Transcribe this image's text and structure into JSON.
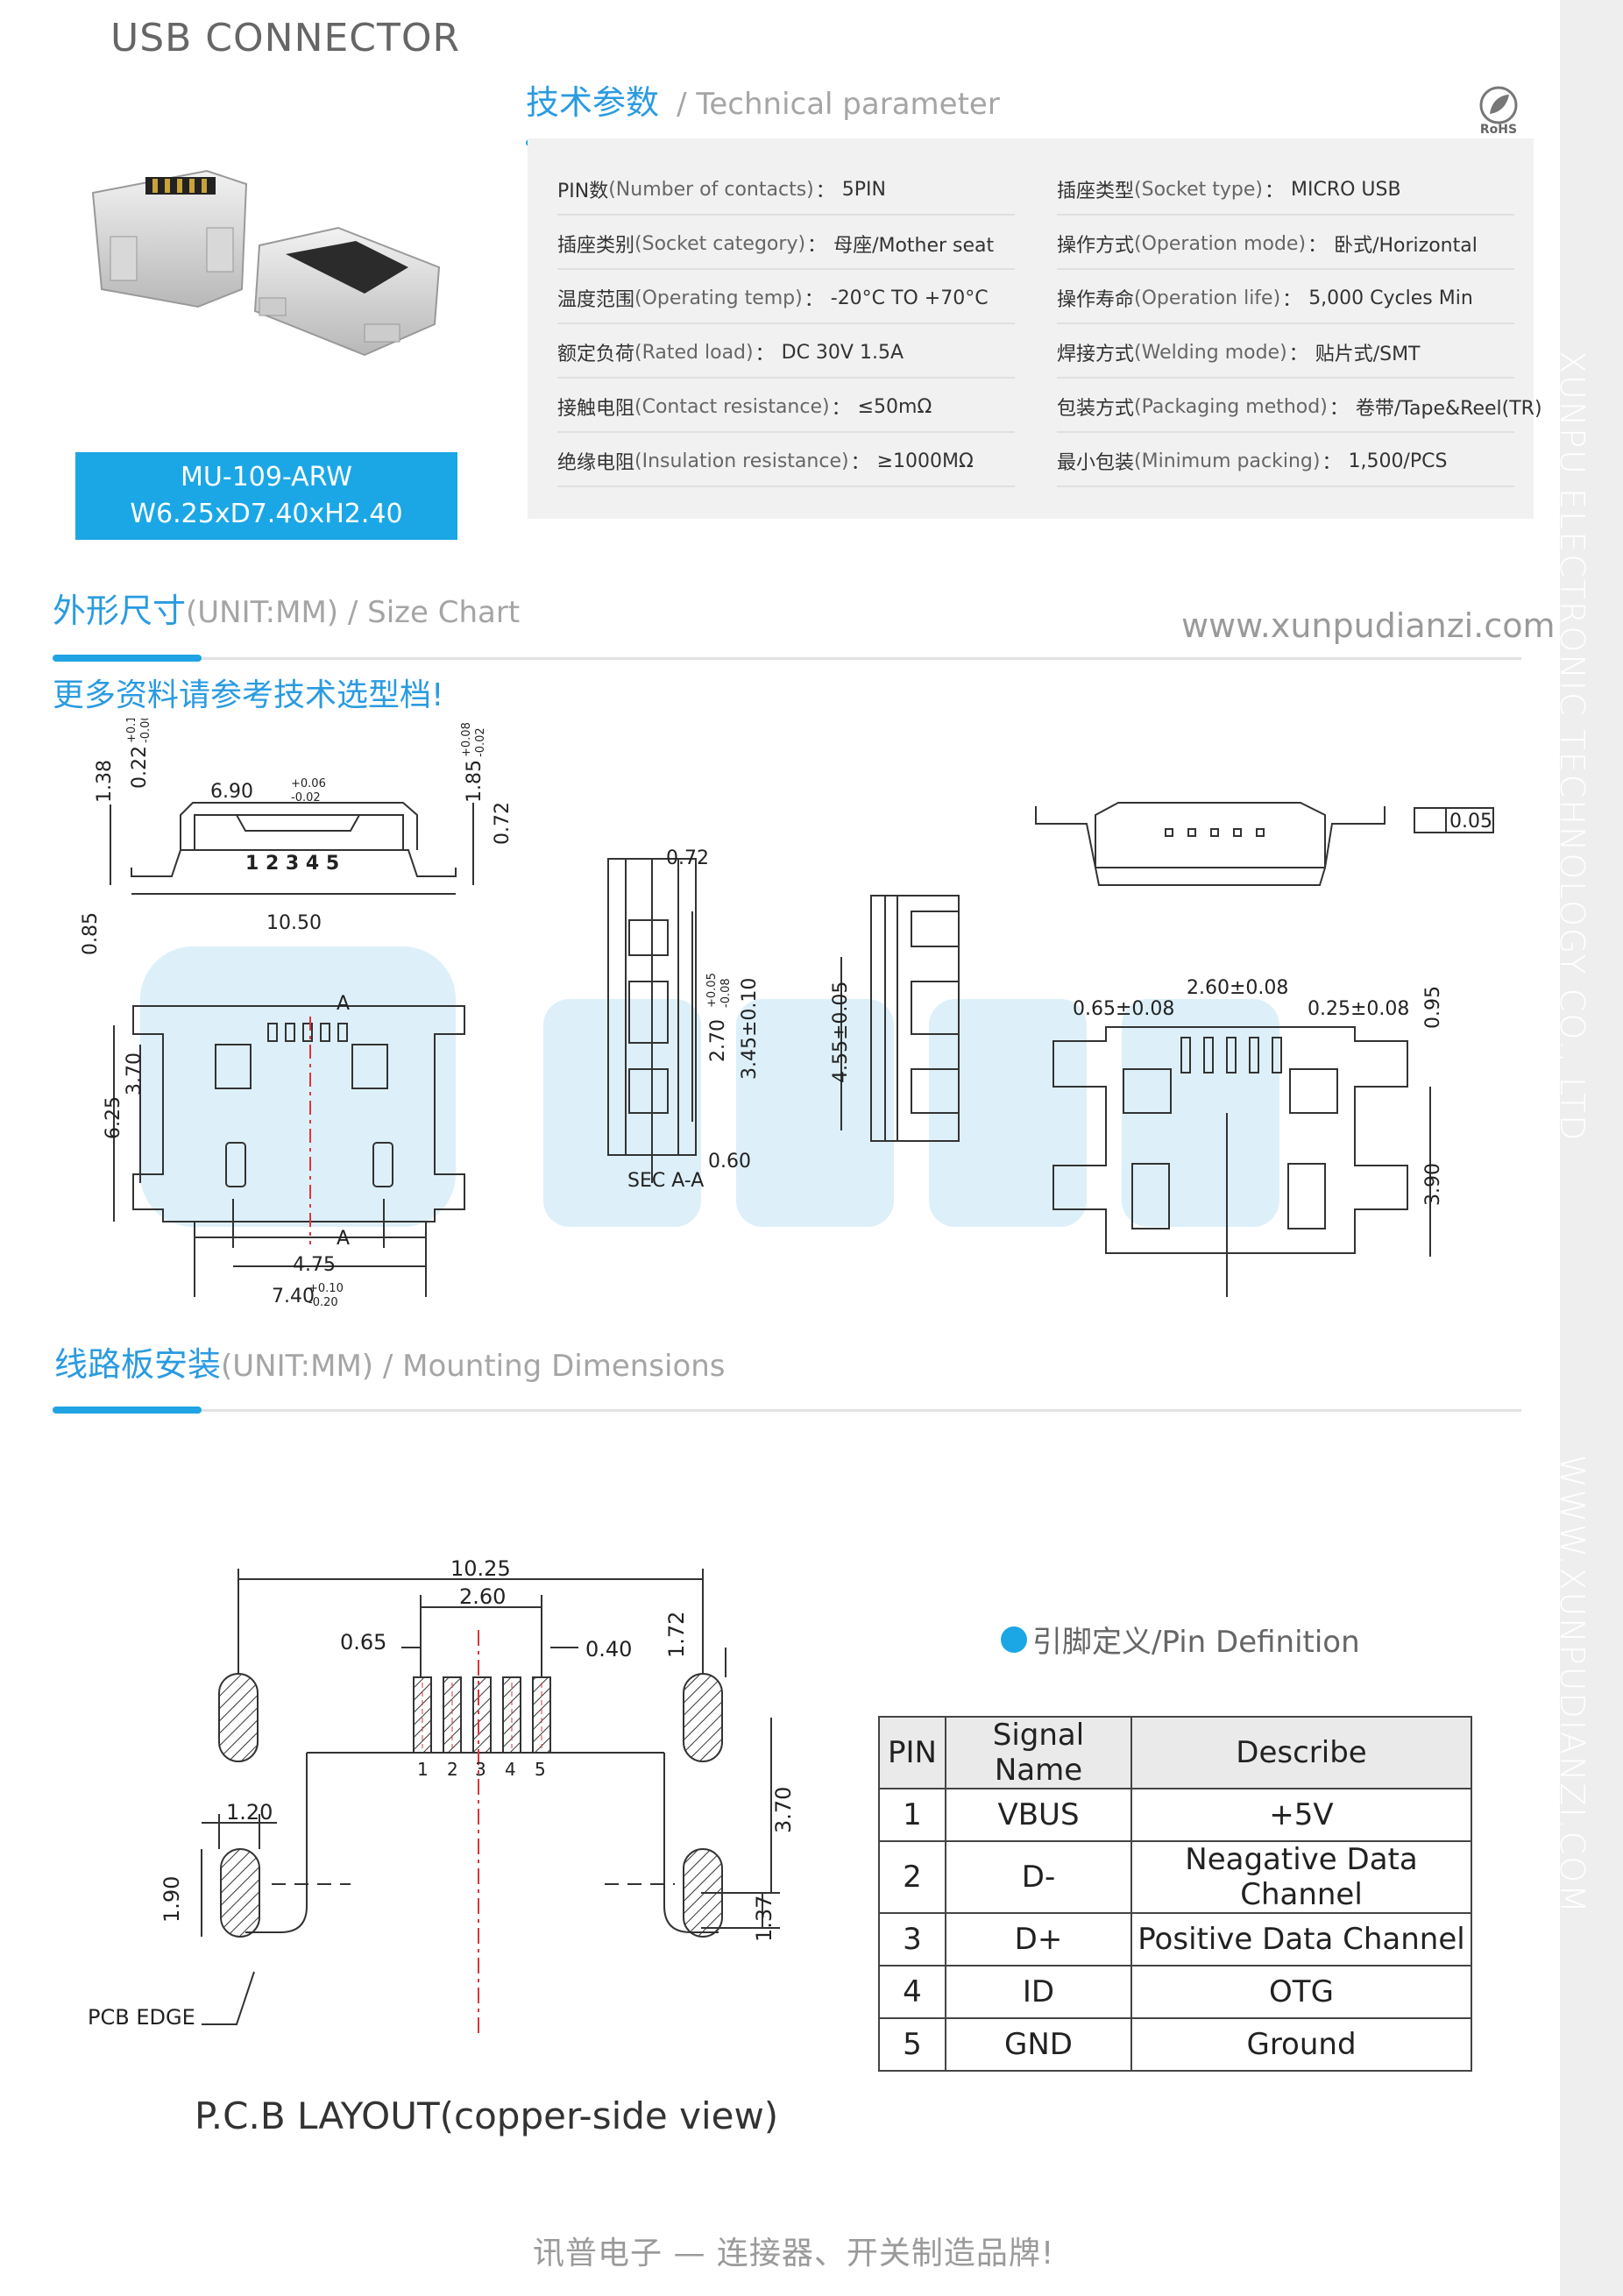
{
  "header": {
    "title": "USB CONNECTOR",
    "rohs": "RoHS"
  },
  "sidebar": {
    "company": "XUNPU ELECTRONIC TECHNOLOGY CO., LTD",
    "website": "WWW.XUNPUDIANZI.COM"
  },
  "tech": {
    "title_zh": "技术参数",
    "title_en": "/ Technical parameter",
    "left": [
      {
        "zh": "PIN数",
        "en": "(Number of contacts)",
        "sep": " ：",
        "value": "5PIN"
      },
      {
        "zh": "插座类别",
        "en": "(Socket category)",
        "sep": "：",
        "value": "母座/Mother seat"
      },
      {
        "zh": "温度范围",
        "en": "(Operating temp)",
        "sep": "：",
        "value": "-20°C TO +70°C"
      },
      {
        "zh": "额定负荷",
        "en": "(Rated load)",
        "sep": "：",
        "value": "DC 30V 1.5A"
      },
      {
        "zh": "接触电阻",
        "en": "(Contact resistance)",
        "sep": "：",
        "value": "≤50mΩ"
      },
      {
        "zh": "绝缘电阻",
        "en": "(Insulation resistance)",
        "sep": "：",
        "value": "≥1000MΩ"
      }
    ],
    "right": [
      {
        "zh": "插座类型",
        "en": "(Socket type)",
        "sep": " ：",
        "value": "MICRO USB"
      },
      {
        "zh": "操作方式",
        "en": "(Operation mode)",
        "sep": "：",
        "value": "卧式/Horizontal"
      },
      {
        "zh": "操作寿命",
        "en": "(Operation life)",
        "sep": "：",
        "value": "5,000 Cycles Min"
      },
      {
        "zh": "焊接方式",
        "en": "(Welding mode)",
        "sep": "：",
        "value": "贴片式/SMT"
      },
      {
        "zh": "包装方式",
        "en": "(Packaging method)",
        "sep": "：",
        "value": "卷带/Tape&Reel(TR)"
      },
      {
        "zh": "最小包装",
        "en": "(Minimum packing)",
        "sep": "：",
        "value": "1,500/PCS"
      }
    ]
  },
  "model": {
    "name": "MU-109-ARW",
    "size": "W6.25xD7.40xH2.40"
  },
  "size_chart": {
    "title_zh": "外形尺寸",
    "title_en": "(UNIT:MM) / Size Chart",
    "website": "www.xunpudianzi.com",
    "more": "更多资料请参考技术选型档!",
    "dims": {
      "w690": "6.90",
      "w690_tol_up": "+0.06",
      "w690_tol_dn": "-0.02",
      "h138": "1.38",
      "h022": "0.22",
      "h022_tol_up": "+0.10",
      "h022_tol_dn": "-0.00",
      "h185": "1.85",
      "h185_tol_up": "+0.08",
      "h185_tol_dn": "-0.02",
      "h072": "0.72",
      "pins": "1 2 3 4 5",
      "h085": "0.85",
      "w1050": "10.50",
      "s072": "0.72",
      "s270": "2.70",
      "s270_tol_up": "+0.05",
      "s270_tol_dn": "-0.08",
      "s345": "3.45±0.10",
      "s060": "0.60",
      "sec": "SEC A-A",
      "s455": "4.55±0.05",
      "flat": "0.05",
      "d065": "0.65±0.08",
      "d260": "2.60±0.08",
      "d025": "0.25±0.08",
      "d095": "0.95",
      "d390": "3.90",
      "b625": "6.25",
      "b370": "3.70",
      "b475": "4.75",
      "b740": "7.40",
      "b740_tol_up": "+0.10",
      "b740_tol_dn": "-0.20",
      "markA": "A"
    }
  },
  "mounting": {
    "title_zh": "线路板安装",
    "title_en": "(UNIT:MM) / Mounting Dimensions",
    "dims": {
      "m1025": "10.25",
      "m260": "2.60",
      "m065": "0.65",
      "m040": "0.40",
      "m172": "1.72",
      "m120": "1.20",
      "m190": "1.90",
      "m370": "3.70",
      "m137": "1.37",
      "pin1": "1",
      "pin2": "2",
      "pin3": "3",
      "pin4": "4",
      "pin5": "5",
      "edge": "PCB  EDGE"
    },
    "caption": "P.C.B LAYOUT(copper-side view)"
  },
  "pin_def": {
    "title": "引脚定义/Pin Definition",
    "headers": [
      "PIN",
      "Signal Name",
      "Describe"
    ],
    "rows": [
      [
        "1",
        "VBUS",
        "+5V"
      ],
      [
        "2",
        "D-",
        "Neagative Data Channel"
      ],
      [
        "3",
        "D+",
        "Positive Data Channel"
      ],
      [
        "4",
        "ID",
        "OTG"
      ],
      [
        "5",
        "GND",
        "Ground"
      ]
    ]
  },
  "footer": "讯普电子 — 连接器、开关制造品牌!"
}
